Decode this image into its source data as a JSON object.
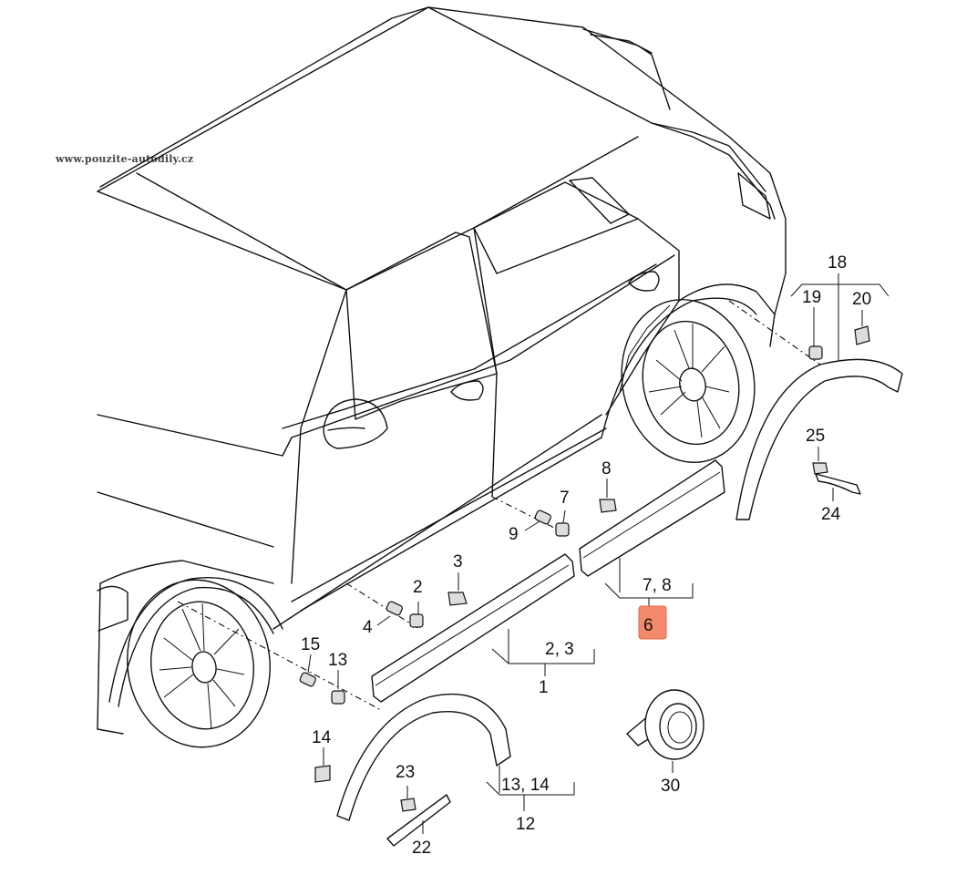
{
  "watermark": "www.pouzite-autodily.cz",
  "highlight_color": "#f4896b",
  "callouts": {
    "c1": "1",
    "c2": "2",
    "c3": "3",
    "c2_3": "2, 3",
    "c4": "4",
    "c6": "6",
    "c7": "7",
    "c7_8": "7, 8",
    "c8": "8",
    "c9": "9",
    "c12": "12",
    "c13": "13",
    "c13_14": "13, 14",
    "c14": "14",
    "c15": "15",
    "c18": "18",
    "c19": "19",
    "c20": "20",
    "c22": "22",
    "c23": "23",
    "c24": "24",
    "c25": "25",
    "c30": "30"
  }
}
